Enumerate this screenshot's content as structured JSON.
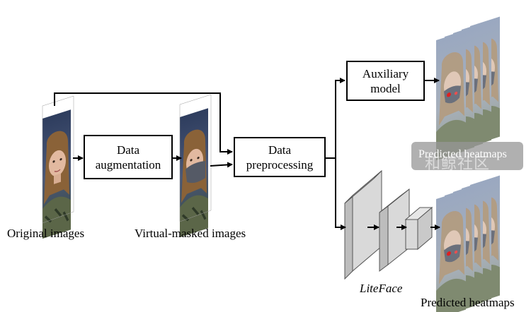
{
  "boxes": {
    "data_augmentation": [
      "Data",
      "augmentation"
    ],
    "data_preprocessing": [
      "Data",
      "preprocessing"
    ],
    "auxiliary_model": [
      "Auxiliary",
      "model"
    ]
  },
  "labels": {
    "original_images": "Original images",
    "virtual_masked_images": "Virtual-masked images",
    "liteface": "LiteFace",
    "predicted_heatmaps_top": "Predicted heatmaps",
    "predicted_heatmaps_bottom": "Predicted heatmaps"
  },
  "watermark": "和鲸社区",
  "colors": {
    "line": "#000000",
    "block_fill": "#d9d9d9",
    "block_side": "#bfbfbf",
    "heatmap_dot": "#e02020",
    "mask": "#555a66"
  }
}
